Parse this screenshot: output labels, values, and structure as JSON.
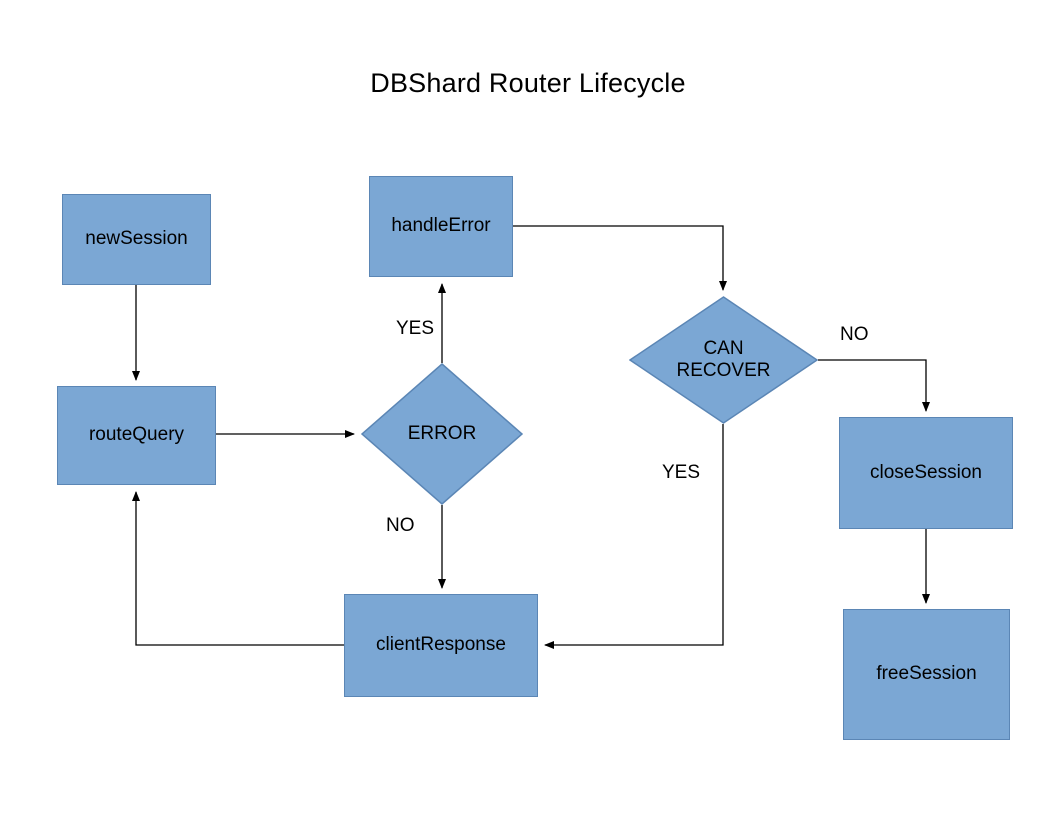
{
  "diagram": {
    "title": "DBShard Router Lifecycle",
    "colors": {
      "node_fill": "#7ba7d4",
      "node_stroke": "#5b86b5",
      "edge_stroke": "#000000",
      "text": "#000000",
      "background": "#ffffff"
    },
    "nodes": [
      {
        "id": "newSession",
        "label": "newSession",
        "shape": "rect"
      },
      {
        "id": "routeQuery",
        "label": "routeQuery",
        "shape": "rect"
      },
      {
        "id": "error",
        "label": "ERROR",
        "shape": "diamond"
      },
      {
        "id": "handleError",
        "label": "handleError",
        "shape": "rect"
      },
      {
        "id": "canRecover",
        "label": "CAN\nRECOVER",
        "shape": "diamond"
      },
      {
        "id": "closeSession",
        "label": "closeSession",
        "shape": "rect"
      },
      {
        "id": "freeSession",
        "label": "freeSession",
        "shape": "rect"
      },
      {
        "id": "clientResponse",
        "label": "clientResponse",
        "shape": "rect"
      }
    ],
    "edges": [
      {
        "id": "newSession-routeQuery",
        "from": "newSession",
        "to": "routeQuery",
        "label": ""
      },
      {
        "id": "routeQuery-error",
        "from": "routeQuery",
        "to": "error",
        "label": ""
      },
      {
        "id": "error-handleError",
        "from": "error",
        "to": "handleError",
        "label": "YES"
      },
      {
        "id": "error-clientResponse",
        "from": "error",
        "to": "clientResponse",
        "label": "NO"
      },
      {
        "id": "handleError-canRecover",
        "from": "handleError",
        "to": "canRecover",
        "label": ""
      },
      {
        "id": "canRecover-closeSession",
        "from": "canRecover",
        "to": "closeSession",
        "label": "NO"
      },
      {
        "id": "canRecover-clientResponse",
        "from": "canRecover",
        "to": "clientResponse",
        "label": "YES"
      },
      {
        "id": "closeSession-freeSession",
        "from": "closeSession",
        "to": "freeSession",
        "label": ""
      },
      {
        "id": "clientResponse-routeQuery",
        "from": "clientResponse",
        "to": "routeQuery",
        "label": ""
      }
    ],
    "edge_labels": {
      "error_yes": "YES",
      "error_no": "NO",
      "can_recover_no": "NO",
      "can_recover_yes": "YES"
    }
  }
}
